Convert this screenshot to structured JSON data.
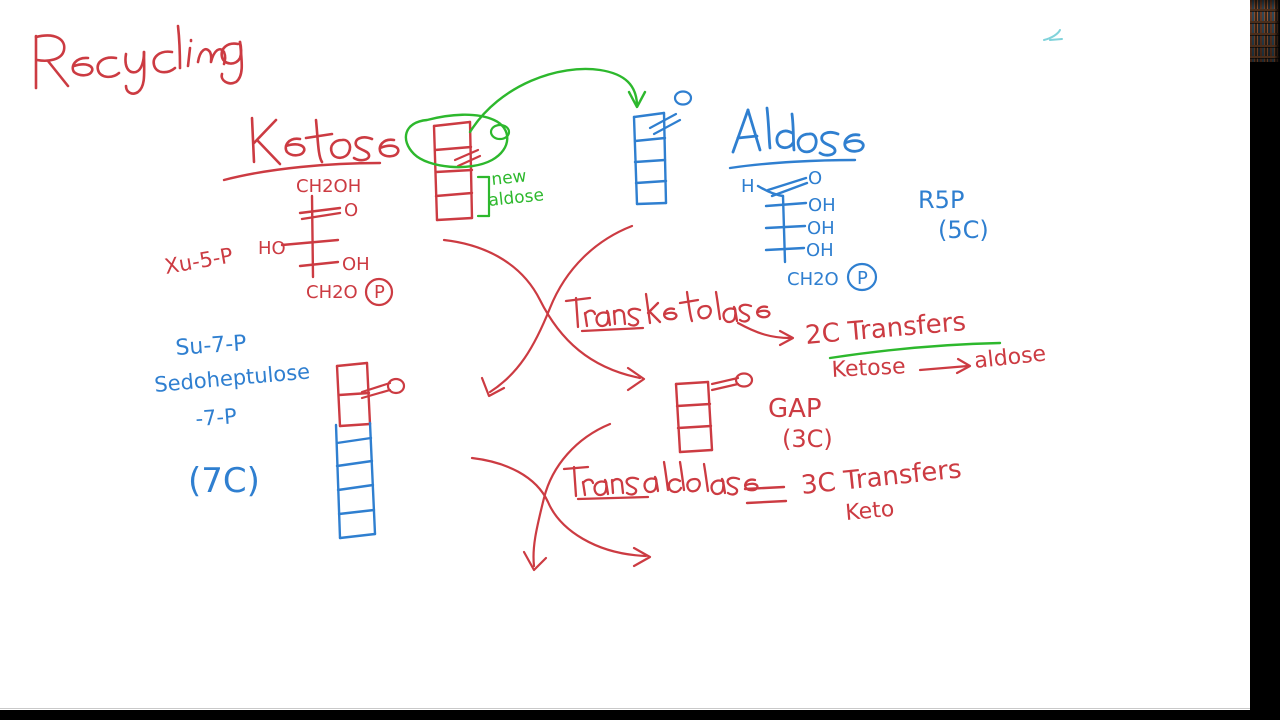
{
  "board": {
    "title": "Recycling",
    "colors": {
      "red": "#cc3b42",
      "blue": "#2f7fd0",
      "green": "#2db82d",
      "dark_red": "#b02a30",
      "background": "#ffffff",
      "frame": "#000000",
      "stray_teal": "#57c4cf"
    }
  },
  "ketose": {
    "heading": "Ketose",
    "molecule_name": "Xu-5-P",
    "ho_label": "HO",
    "fischer_lines": [
      "CH2OH",
      "O",
      "OH",
      "CH2O"
    ],
    "phosphate_label": "P"
  },
  "aldose": {
    "heading": "Aldose",
    "h_label": "H",
    "o_label": "O",
    "oh_labels": [
      "OH",
      "OH",
      "OH"
    ],
    "bottom_label": "CH2O",
    "phosphate_label": "P",
    "molecule_name": "R5P",
    "carbon_count": "(5C)"
  },
  "sedoheptulose": {
    "short_name": "Su-7-P",
    "full_name": "Sedoheptulose",
    "suffix": "-7-P",
    "carbon_count": "(7C)"
  },
  "transketolase": {
    "label": "Transketolase",
    "result": "2C Transfers",
    "sub_from": "Ketose",
    "sub_to": "aldose"
  },
  "transaldolase": {
    "label": "Transaldolase",
    "equals": "=",
    "result": "3C Transfers",
    "sub_from": "Keto"
  },
  "gap": {
    "name": "GAP",
    "carbon_count": "(3C)"
  },
  "annotations": {
    "new_aldose": "new\naldose",
    "new_aldose_line1": "new",
    "new_aldose_line2": "aldose"
  },
  "webcam": {
    "label": "presenter-bookshelf-thumbnail"
  }
}
